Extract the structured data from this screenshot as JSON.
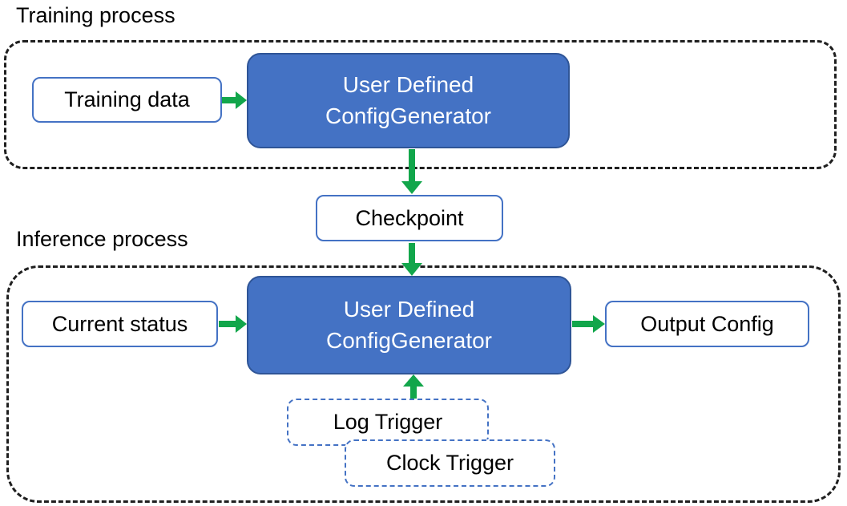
{
  "diagram": {
    "training_section": {
      "label": "Training process",
      "input_box": "Training data",
      "generator_box": {
        "line1": "User Defined",
        "line2": "ConfigGenerator"
      }
    },
    "checkpoint_box": "Checkpoint",
    "inference_section": {
      "label": "Inference process",
      "input_box": "Current status",
      "generator_box": {
        "line1": "User Defined",
        "line2": "ConfigGenerator"
      },
      "output_box": "Output Config",
      "log_trigger_box": "Log Trigger",
      "clock_trigger_box": "Clock Trigger"
    },
    "colors": {
      "node_fill": "#4472C4",
      "node_border": "#2F5597",
      "box_border": "#4472C4",
      "trigger_border": "#4472C4",
      "arrow_color": "#12A64B",
      "container_border": "#1F1F1F",
      "text_color": "#000000",
      "node_text_color": "#FFFFFF"
    }
  }
}
